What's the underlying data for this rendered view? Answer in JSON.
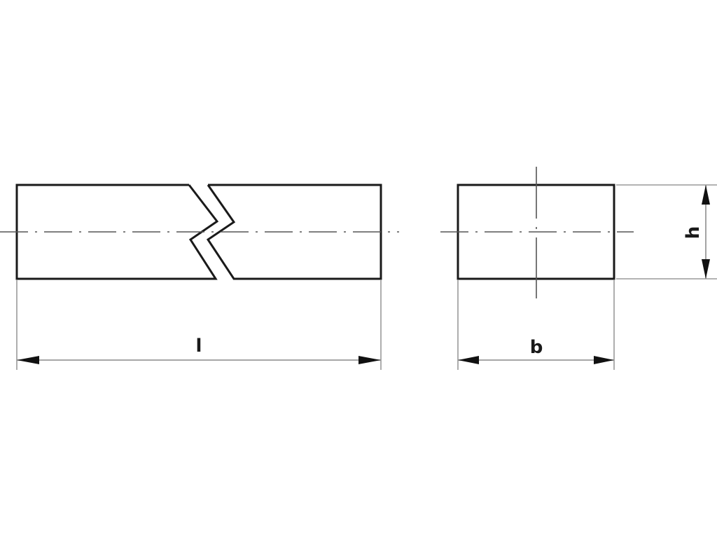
{
  "diagram": {
    "type": "technical-drawing",
    "subject": "rectangular key / bar stock (side view with break, end view)",
    "colors": {
      "outline": "#1a1a1a",
      "centerline": "#555555",
      "dimension": "#9a9a9a",
      "background": "#ffffff"
    },
    "side_view": {
      "dimension_label": "l",
      "has_break_symbol": true
    },
    "end_view": {
      "width_label": "b",
      "height_label": "h"
    }
  }
}
